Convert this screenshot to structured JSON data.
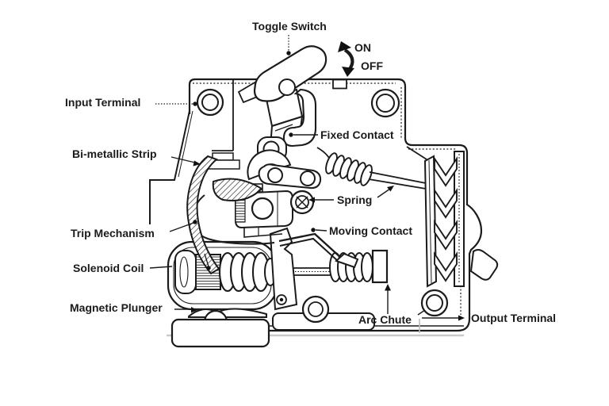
{
  "diagram": {
    "subject": "circuit-breaker-cutaway",
    "colors": {
      "line": "#1b1b1b",
      "background": "#ffffff"
    },
    "labels": {
      "toggle_switch": "Toggle Switch",
      "on": "ON",
      "off": "OFF",
      "input_terminal": "Input Terminal",
      "bi_metallic_strip": "Bi-metallic Strip",
      "trip_mechanism": "Trip Mechanism",
      "solenoid_coil": "Solenoid Coil",
      "magnetic_plunger": "Magnetic Plunger",
      "fixed_contact": "Fixed Contact",
      "spring": "Spring",
      "moving_contact": "Moving Contact",
      "arc_chute": "Arc Chute",
      "output_terminal": "Output Terminal"
    }
  }
}
